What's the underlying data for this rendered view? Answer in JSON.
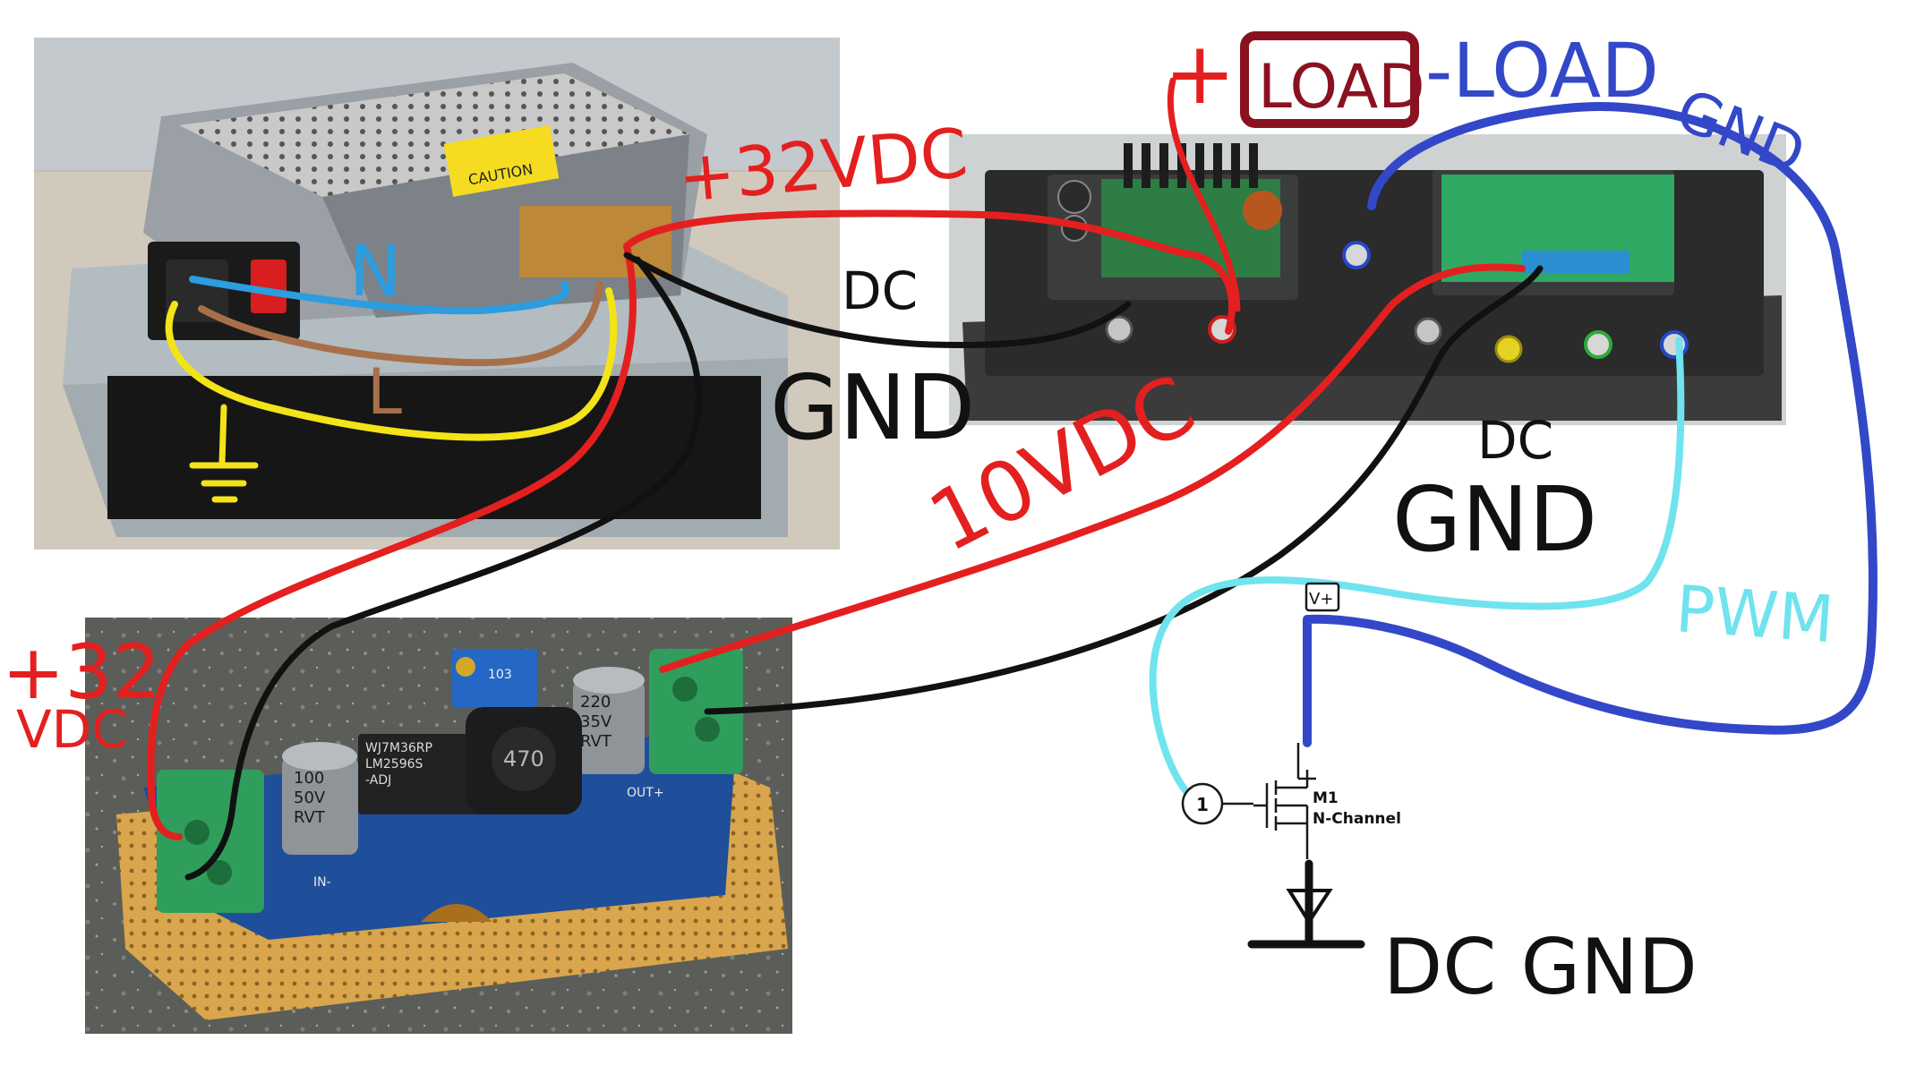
{
  "labels": {
    "v32_top": "+32VDC",
    "dc_gnd_psu_1": "DC",
    "dc_gnd_psu_2": "GND",
    "plus_load": "+",
    "load_box": "LOAD",
    "minus_load": "-LOAD",
    "load_gnd": "GND",
    "neutral": "N",
    "live": "L",
    "v32_left_1": "+32",
    "v32_left_2": "VDC",
    "v10": "10VDC",
    "dc_gnd_mid_1": "DC",
    "dc_gnd_mid_2": "GND",
    "pwm": "PWM",
    "vplus": "V+",
    "mosfet_name": "M1",
    "mosfet_type": "N-Channel",
    "gate_pin": "1",
    "dc_gnd_bottom": "DC GND"
  },
  "components": {
    "buck_module": {
      "inductor_mark": "470",
      "cap_left_1": "100",
      "cap_left_2": "50V",
      "cap_left_3": "RVT",
      "cap_right_1": "220",
      "cap_right_2": "35V",
      "cap_right_3": "RVT",
      "ic_1": "WJ7M36RP",
      "ic_2": "LM2596S",
      "ic_3": "-ADJ",
      "pot": "103",
      "in_minus": "IN-",
      "out_plus": "OUT+"
    },
    "psu": {
      "caution": "CAUTION"
    }
  },
  "wire_colors": {
    "positive": "#e3201f",
    "ground": "#111111",
    "neutral": "#2b9de0",
    "live": "#a8704a",
    "earth": "#f2e418",
    "load_negative": "#3347c9",
    "pwm": "#6fe3ee",
    "load_box": "#8a1220"
  }
}
